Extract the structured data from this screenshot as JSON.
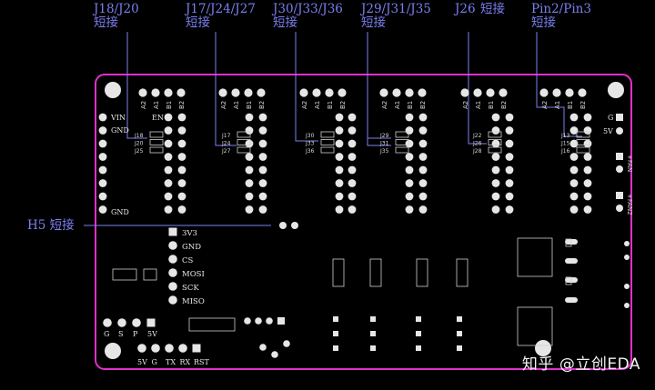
{
  "callouts": [
    {
      "id": "j18",
      "ref": "J18/J20",
      "label": "短接"
    },
    {
      "id": "j17",
      "ref": "J17/J24/J27",
      "label": "短接"
    },
    {
      "id": "j30",
      "ref": "J30/J33/J36",
      "label": "短接"
    },
    {
      "id": "j29",
      "ref": "J29/J31/J35",
      "label": "短接"
    },
    {
      "id": "j26",
      "ref": "J26",
      "label": "短接"
    },
    {
      "id": "pin",
      "ref": "Pin2/Pin3",
      "label": "短接"
    }
  ],
  "h5_callout": {
    "ref": "H5",
    "label": "短接"
  },
  "header_labels": [
    "A2",
    "A1",
    "B1",
    "B2"
  ],
  "left_pins": [
    "VIN",
    "GND",
    "EN",
    "GND"
  ],
  "right_pins": [
    "G",
    "5V"
  ],
  "fan_labels": [
    "+FAN",
    "+FAN2"
  ],
  "spi_labels": [
    "3V3",
    "GND",
    "CS",
    "MOSI",
    "SCK",
    "MISO"
  ],
  "gspv_labels": [
    "G",
    "S",
    "P",
    "5V"
  ],
  "bottom_labels": [
    "5V",
    "G",
    "TX",
    "RX",
    "RST"
  ],
  "jumpers": {
    "g1": [
      "J18",
      "J20",
      "J25"
    ],
    "g2": [
      "J17",
      "J24",
      "J27"
    ],
    "g3": [
      "J30",
      "J33",
      "J36"
    ],
    "g4": [
      "J29",
      "J31",
      "J35"
    ],
    "g5": [
      "J22",
      "J26",
      "J28"
    ],
    "g6": [
      "J13",
      "J15",
      "J16"
    ]
  },
  "watermark": "知乎 @立创EDA",
  "colors": {
    "board_outline": "#e030c8",
    "callout": "#7b7ff0",
    "silk": "#e8e8e8",
    "pad": "#e6e6e6"
  }
}
